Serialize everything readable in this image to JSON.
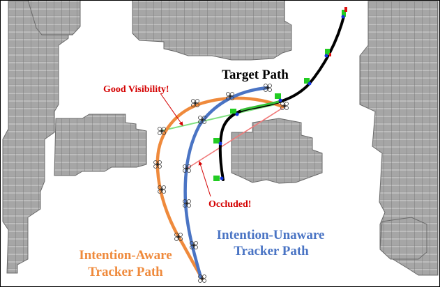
{
  "labels": {
    "target_path": "Target Path",
    "good_visibility": "Good Visibility!",
    "occluded": "Occluded!",
    "unaware_line1": "Intention-Unaware",
    "unaware_line2": "Tracker Path",
    "aware_line1": "Intention-Aware",
    "aware_line2": "Tracker Path"
  },
  "colors": {
    "target_path": "#000000",
    "good_visibility": "#d40000",
    "occluded": "#d40000",
    "unaware": "#4a74c4",
    "aware": "#ef8a3c",
    "obstacle_fill": "#a3a3a3",
    "obstacle_grid": "#6f6f6f",
    "green_sightline": "#7ee07e",
    "red_sightline": "#f07a7a",
    "marker_green": "#22cc22",
    "marker_red": "#dd1111",
    "marker_blue": "#1133dd"
  }
}
